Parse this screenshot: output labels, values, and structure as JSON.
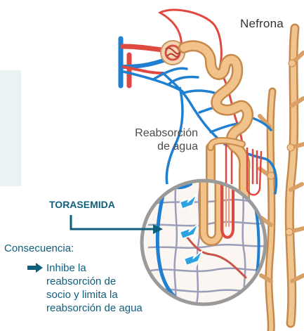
{
  "diagram": {
    "title": "Nefrona",
    "process_label_line1": "Reabsorción",
    "process_label_line2": "de agua",
    "drug_name": "TORASEMIDA",
    "consequence_heading": "Consecuencia:",
    "consequence_lines": [
      "Inhibe la",
      "reabsorción de",
      "socio y limita la",
      "reabsorción de agua"
    ]
  },
  "colors": {
    "vessel_blue": "#1f7fd0",
    "vessel_red": "#e0493f",
    "tubule": "#e9b47c",
    "accent_teal": "#0e5f7c",
    "inhibition_arrow": "#2aa3e0",
    "lens_ring": "#9a9a9a",
    "side_panel": "#e9f3f4"
  },
  "icons": [
    "arrow-right-icon",
    "inhibition-arrow-icon",
    "callout-arrow-icon"
  ]
}
